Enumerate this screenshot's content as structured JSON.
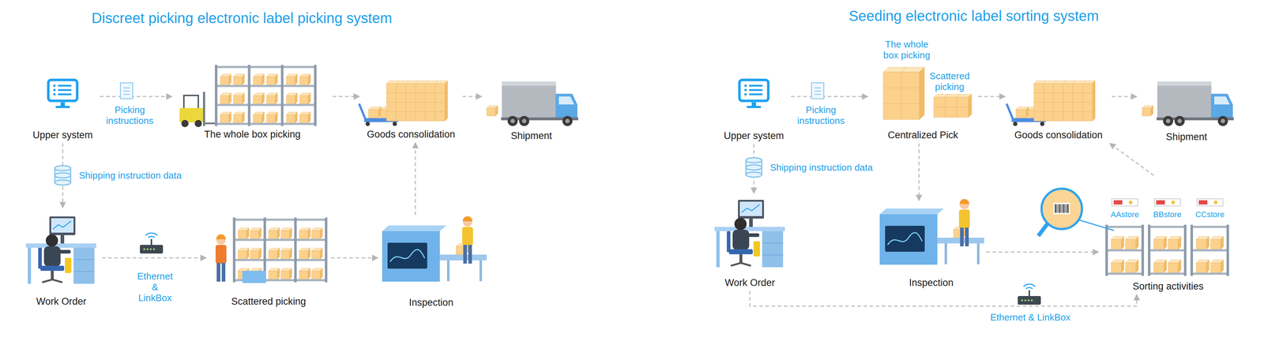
{
  "diagram": {
    "title": "Discreet picking electronic label picking system",
    "nodes": [
      {
        "text": [
          "Upper system"
        ]
      },
      {
        "text": [
          "The whole box picking"
        ]
      },
      {
        "text": [
          "Goods consolidation"
        ]
      },
      {
        "text": [
          "Shipment"
        ]
      },
      {
        "text": [
          "Work Order"
        ]
      },
      {
        "text": [
          "Scattered picking"
        ]
      },
      {
        "text": [
          "Inspection"
        ]
      },
      {
        "text": [
          "Upper system"
        ]
      },
      {
        "text": [
          "Centralized Pick"
        ]
      },
      {
        "text": [
          "Goods consolidation"
        ]
      },
      {
        "text": [
          "Shipment"
        ]
      },
      {
        "text": [
          "Work Order"
        ]
      },
      {
        "text": [
          "Inspection"
        ]
      },
      {
        "text": [
          "Sorting activities"
        ]
      }
    ],
    "edges": [
      {
        "from": 0,
        "to": 1,
        "arrow": "to",
        "label": "Picking instructions"
      },
      {
        "from": 1,
        "to": 2,
        "arrow": "to"
      },
      {
        "from": 2,
        "to": 3,
        "arrow": "to"
      },
      {
        "from": 0,
        "to": 4,
        "arrow": "to",
        "label": "Shipping instruction data"
      },
      {
        "from": 4,
        "to": 5,
        "arrow": "to",
        "label": "Ethernet & LinkBox"
      },
      {
        "from": 5,
        "to": 6,
        "arrow": "to"
      },
      {
        "from": 6,
        "to": 2,
        "arrow": "to"
      },
      {
        "from": 7,
        "to": 8,
        "arrow": "to",
        "label": "Picking instructions"
      },
      {
        "from": 8,
        "to": 9,
        "arrow": "to"
      },
      {
        "from": 9,
        "to": 10,
        "arrow": "to"
      },
      {
        "from": 7,
        "to": 11,
        "arrow": "to",
        "label": "Shipping instruction data"
      },
      {
        "from": 8,
        "to": 12,
        "arrow": "to"
      },
      {
        "from": 12,
        "to": 13,
        "arrow": "to"
      },
      {
        "from": 13,
        "to": 9,
        "arrow": "to"
      },
      {
        "from": 11,
        "to": 13,
        "arrow": "to",
        "label": "Ethernet & LinkBox"
      }
    ],
    "labels": [
      "Seeding electronic label sorting system",
      "The whole box picking",
      "Scattered picking",
      "AAstore",
      "BBstore",
      "CCstore"
    ]
  }
}
